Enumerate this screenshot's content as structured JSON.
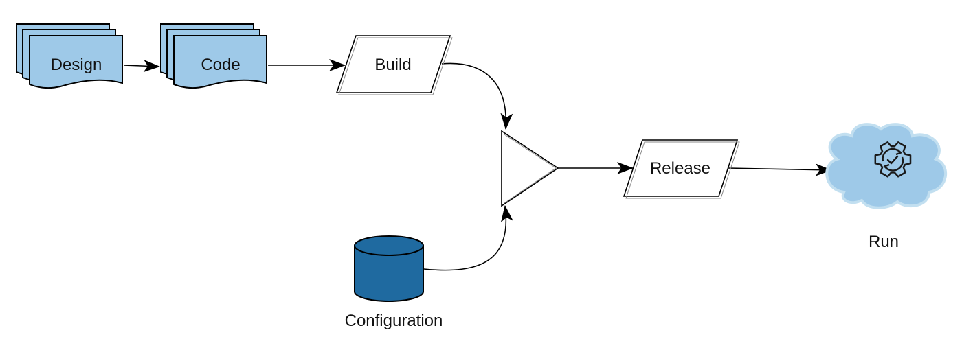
{
  "diagram": {
    "nodes": {
      "design": {
        "label": "Design",
        "shape": "multi-document"
      },
      "code": {
        "label": "Code",
        "shape": "multi-document"
      },
      "build": {
        "label": "Build",
        "shape": "parallelogram"
      },
      "merge": {
        "label": "",
        "shape": "triangle"
      },
      "release": {
        "label": "Release",
        "shape": "parallelogram"
      },
      "configuration": {
        "label": "Configuration",
        "shape": "database-cylinder"
      },
      "run": {
        "label": "Run",
        "shape": "cloud",
        "icon": "gear-check-icon"
      }
    },
    "edges": [
      {
        "from": "design",
        "to": "code"
      },
      {
        "from": "code",
        "to": "build"
      },
      {
        "from": "build",
        "to": "merge"
      },
      {
        "from": "configuration",
        "to": "merge"
      },
      {
        "from": "merge",
        "to": "release"
      },
      {
        "from": "release",
        "to": "run"
      }
    ],
    "colors": {
      "document_fill": "#9ec9e8",
      "document_stroke": "#000000",
      "database_fill": "#1f6aa0",
      "cloud_fill": "#9ec9e8",
      "shape_stroke": "#000000",
      "edge_color": "#000000"
    }
  }
}
